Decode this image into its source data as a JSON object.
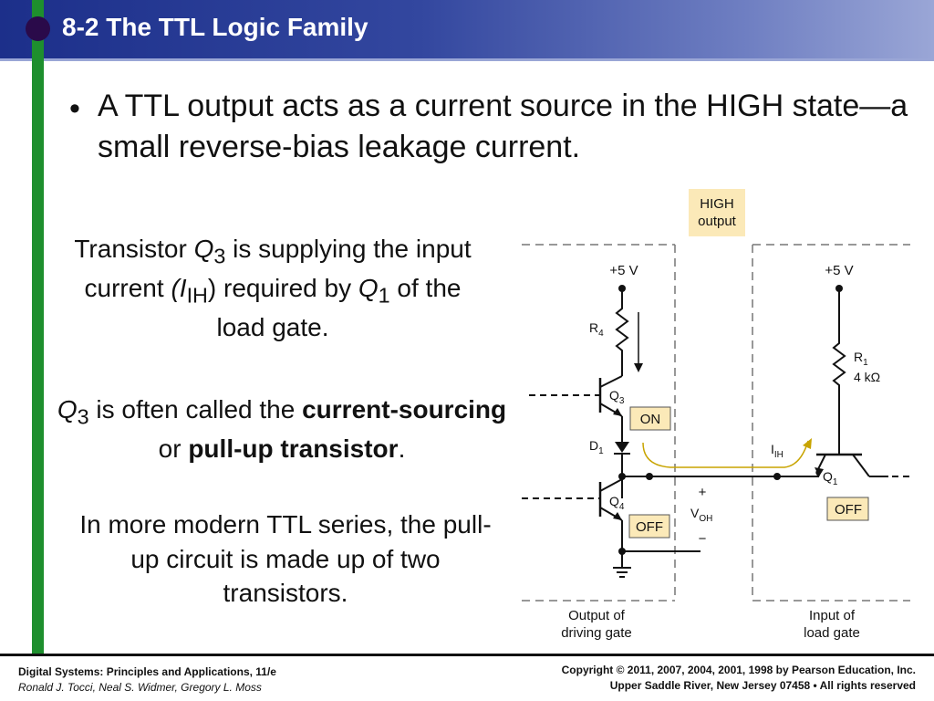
{
  "title": "8-2 The TTL Logic Family",
  "bullet": "A TTL output acts as a current source in the HIGH state—a small reverse-bias leakage current.",
  "para1": {
    "a": "Transistor ",
    "q": "Q",
    "q_sub": "3",
    "b": " is supplying the input current ",
    "i": "(I",
    "i_sub": "IH",
    "c": ") required by ",
    "q2": "Q",
    "q2_sub": "1",
    "d": " of the load gate."
  },
  "para2": {
    "q": "Q",
    "q_sub": "3",
    "a": " is often called the ",
    "b1": "current-sourcing",
    "c": " or ",
    "b2": "pull-up transistor",
    "d": "."
  },
  "para3": "In more modern TTL series, the pull-up circuit is made up of two transistors.",
  "diagram": {
    "high_output": [
      "HIGH",
      "output"
    ],
    "vcc_left": "+5 V",
    "vcc_right": "+5 V",
    "r4": "R",
    "r4_sub": "4",
    "r1": "R",
    "r1_sub": "1",
    "r1_value": "4 kΩ",
    "q3": "Q",
    "q3_sub": "3",
    "q4": "Q",
    "q4_sub": "4",
    "d1": "D",
    "d1_sub": "1",
    "q1": "Q",
    "q1_sub": "1",
    "on_label": "ON",
    "off_left": "OFF",
    "off_right": "OFF",
    "iih": "I",
    "iih_sub": "IH",
    "voh": "V",
    "voh_sub": "OH",
    "plus": "+",
    "minus": "−",
    "output_caption": [
      "Output of",
      "driving gate"
    ],
    "input_caption": [
      "Input of",
      "load gate"
    ]
  },
  "footer": {
    "left1": "Digital Systems: Principles and Applications, 11/e",
    "left2": "Ronald J. Tocci, Neal S. Widmer, Gregory L. Moss",
    "right1": "Copyright © 2011, 2007, 2004, 2001, 1998  by Pearson Education, Inc.",
    "right2": "Upper Saddle River, New Jersey 07458 • All rights reserved"
  },
  "colors": {
    "title_bar": "#33479f",
    "left_bar": "#1e8f2e",
    "title_dot": "#2a0a4a",
    "label_box": "#fbe9b8",
    "current_arrow": "#c8a400"
  }
}
